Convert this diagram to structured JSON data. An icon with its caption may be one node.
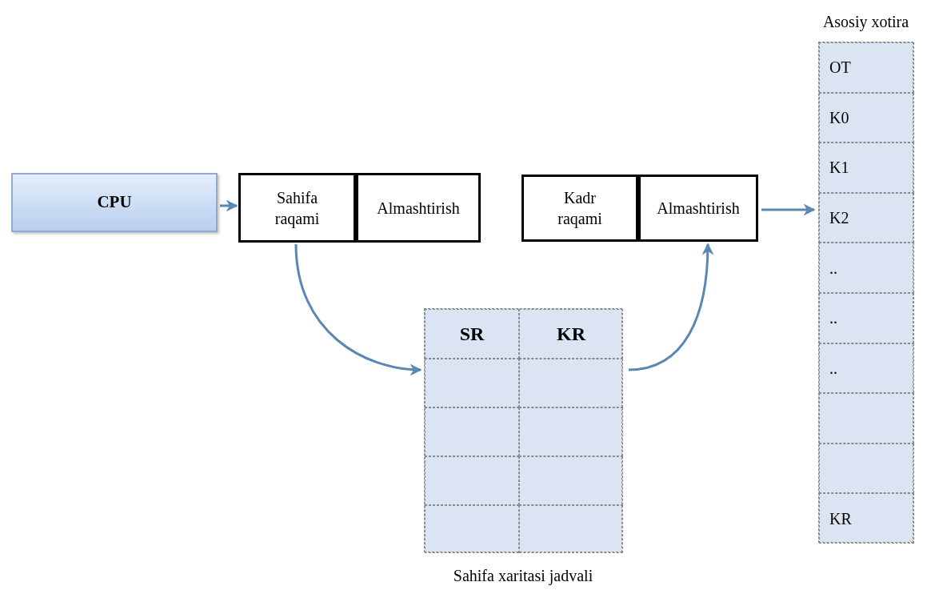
{
  "diagram": {
    "nodes": [
      {
        "text": [
          "CPU"
        ]
      },
      {
        "text": [
          "Sahifa raqami"
        ]
      },
      {
        "text": [
          "Almashtirish"
        ]
      },
      {
        "text": [
          "Kadr raqami"
        ]
      },
      {
        "text": [
          "Almashtirish"
        ]
      },
      {
        "text": [
          "Sahifa xaritasi jadvali"
        ]
      },
      {
        "text": [
          "SR"
        ],
        "in": 5
      },
      {
        "text": [
          "KR"
        ],
        "in": 5
      },
      {
        "text": [],
        "shape": "box",
        "in": 5
      },
      {
        "text": [],
        "shape": "box",
        "in": 5
      },
      {
        "text": [],
        "shape": "box",
        "in": 5
      },
      {
        "text": [],
        "shape": "box",
        "in": 5
      },
      {
        "text": [],
        "shape": "box",
        "in": 5
      },
      {
        "text": [],
        "shape": "box",
        "in": 5
      },
      {
        "text": [],
        "shape": "box",
        "in": 5
      },
      {
        "text": [],
        "shape": "box",
        "in": 5
      },
      {
        "text": [
          "Asosiy xotira"
        ]
      },
      {
        "text": [
          "OT"
        ],
        "in": 16
      },
      {
        "text": [
          "K0"
        ],
        "in": 16
      },
      {
        "text": [
          "K1"
        ],
        "in": 16
      },
      {
        "text": [
          "K2"
        ],
        "in": 16
      },
      {
        "text": [
          ".."
        ],
        "in": 16
      },
      {
        "text": [
          ".."
        ],
        "in": 16
      },
      {
        "text": [
          ".."
        ],
        "in": 16
      },
      {
        "text": [],
        "shape": "box",
        "in": 16
      },
      {
        "text": [],
        "shape": "box",
        "in": 16
      },
      {
        "text": [
          "KR"
        ],
        "in": 16
      }
    ],
    "edges": [
      {
        "from": 0,
        "to": 1,
        "arrow": "to"
      },
      {
        "from": 1,
        "to": 8,
        "arrow": "to"
      },
      {
        "from": 9,
        "to": 4,
        "arrow": "to"
      },
      {
        "from": 4,
        "to": 20,
        "arrow": "to"
      }
    ]
  }
}
